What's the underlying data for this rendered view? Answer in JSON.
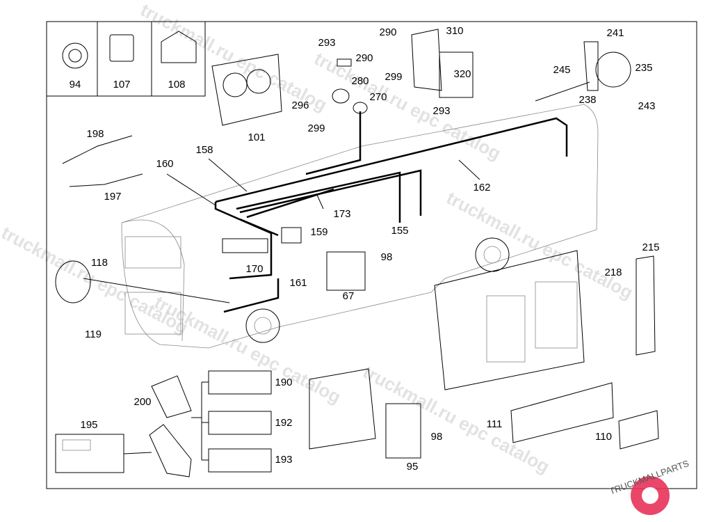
{
  "callouts": [
    "94",
    "107",
    "108",
    "101",
    "293",
    "290",
    "280",
    "296",
    "299",
    "270",
    "290",
    "310",
    "299",
    "320",
    "293",
    "241",
    "245",
    "235",
    "238",
    "243",
    "198",
    "197",
    "160",
    "158",
    "173",
    "162",
    "155",
    "159",
    "170",
    "161",
    "118",
    "119",
    "98",
    "67",
    "215",
    "218",
    "200",
    "190",
    "192",
    "193",
    "195",
    "111",
    "110",
    "98",
    "95"
  ],
  "watermark": "truckmall.ru epc catalog",
  "logo": {
    "text": "TRUCKMALLPARTS",
    "color_primary": "#e8325a",
    "color_secondary": "#555555"
  }
}
